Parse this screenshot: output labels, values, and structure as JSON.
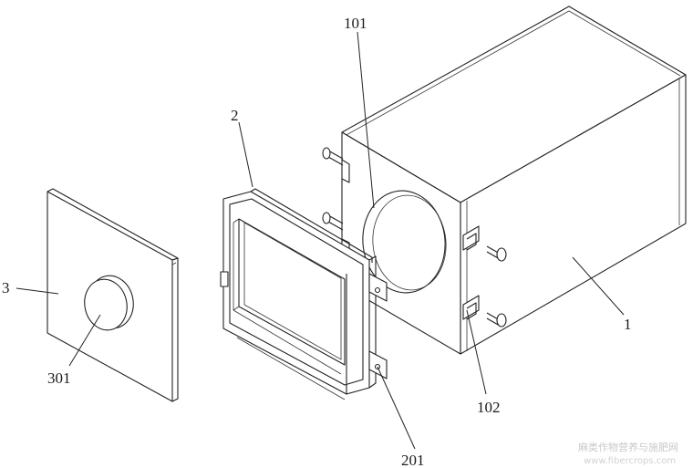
{
  "labels": {
    "l101": "101",
    "l2": "2",
    "l3": "3",
    "l301": "301",
    "l1": "1",
    "l102": "102",
    "l201": "201"
  },
  "watermark": {
    "line1": "麻类作物营养与施肥网",
    "line2": "www.fibercrops.com"
  }
}
